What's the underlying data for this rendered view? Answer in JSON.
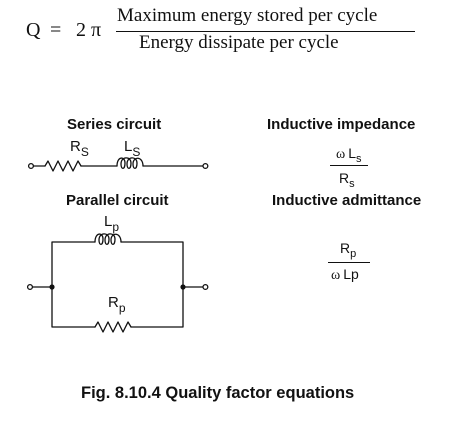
{
  "formula": {
    "q": "Q",
    "equals": "=",
    "two_pi": "2 π",
    "numerator": "Maximum energy stored per cycle",
    "denominator": "Energy dissipate per cycle"
  },
  "series": {
    "title": "Series circuit",
    "resistor": {
      "main": "R",
      "sub": "S"
    },
    "inductor": {
      "main": "L",
      "sub": "S"
    }
  },
  "parallel": {
    "title": "Parallel circuit",
    "inductor": {
      "main": "L",
      "sub": "p"
    },
    "resistor": {
      "main": "R",
      "sub": "p"
    }
  },
  "impedance": {
    "title": "Inductive impedance",
    "num_omega": "ω",
    "num_l": "L",
    "num_l_sub": "s",
    "den_r": "R",
    "den_r_sub": "s"
  },
  "admittance": {
    "title": "Inductive admittance",
    "num_r": "R",
    "num_r_sub": "p",
    "den_omega": "ω",
    "den_l": "Lp"
  },
  "caption": "Fig. 8.10.4 Quality factor equations"
}
